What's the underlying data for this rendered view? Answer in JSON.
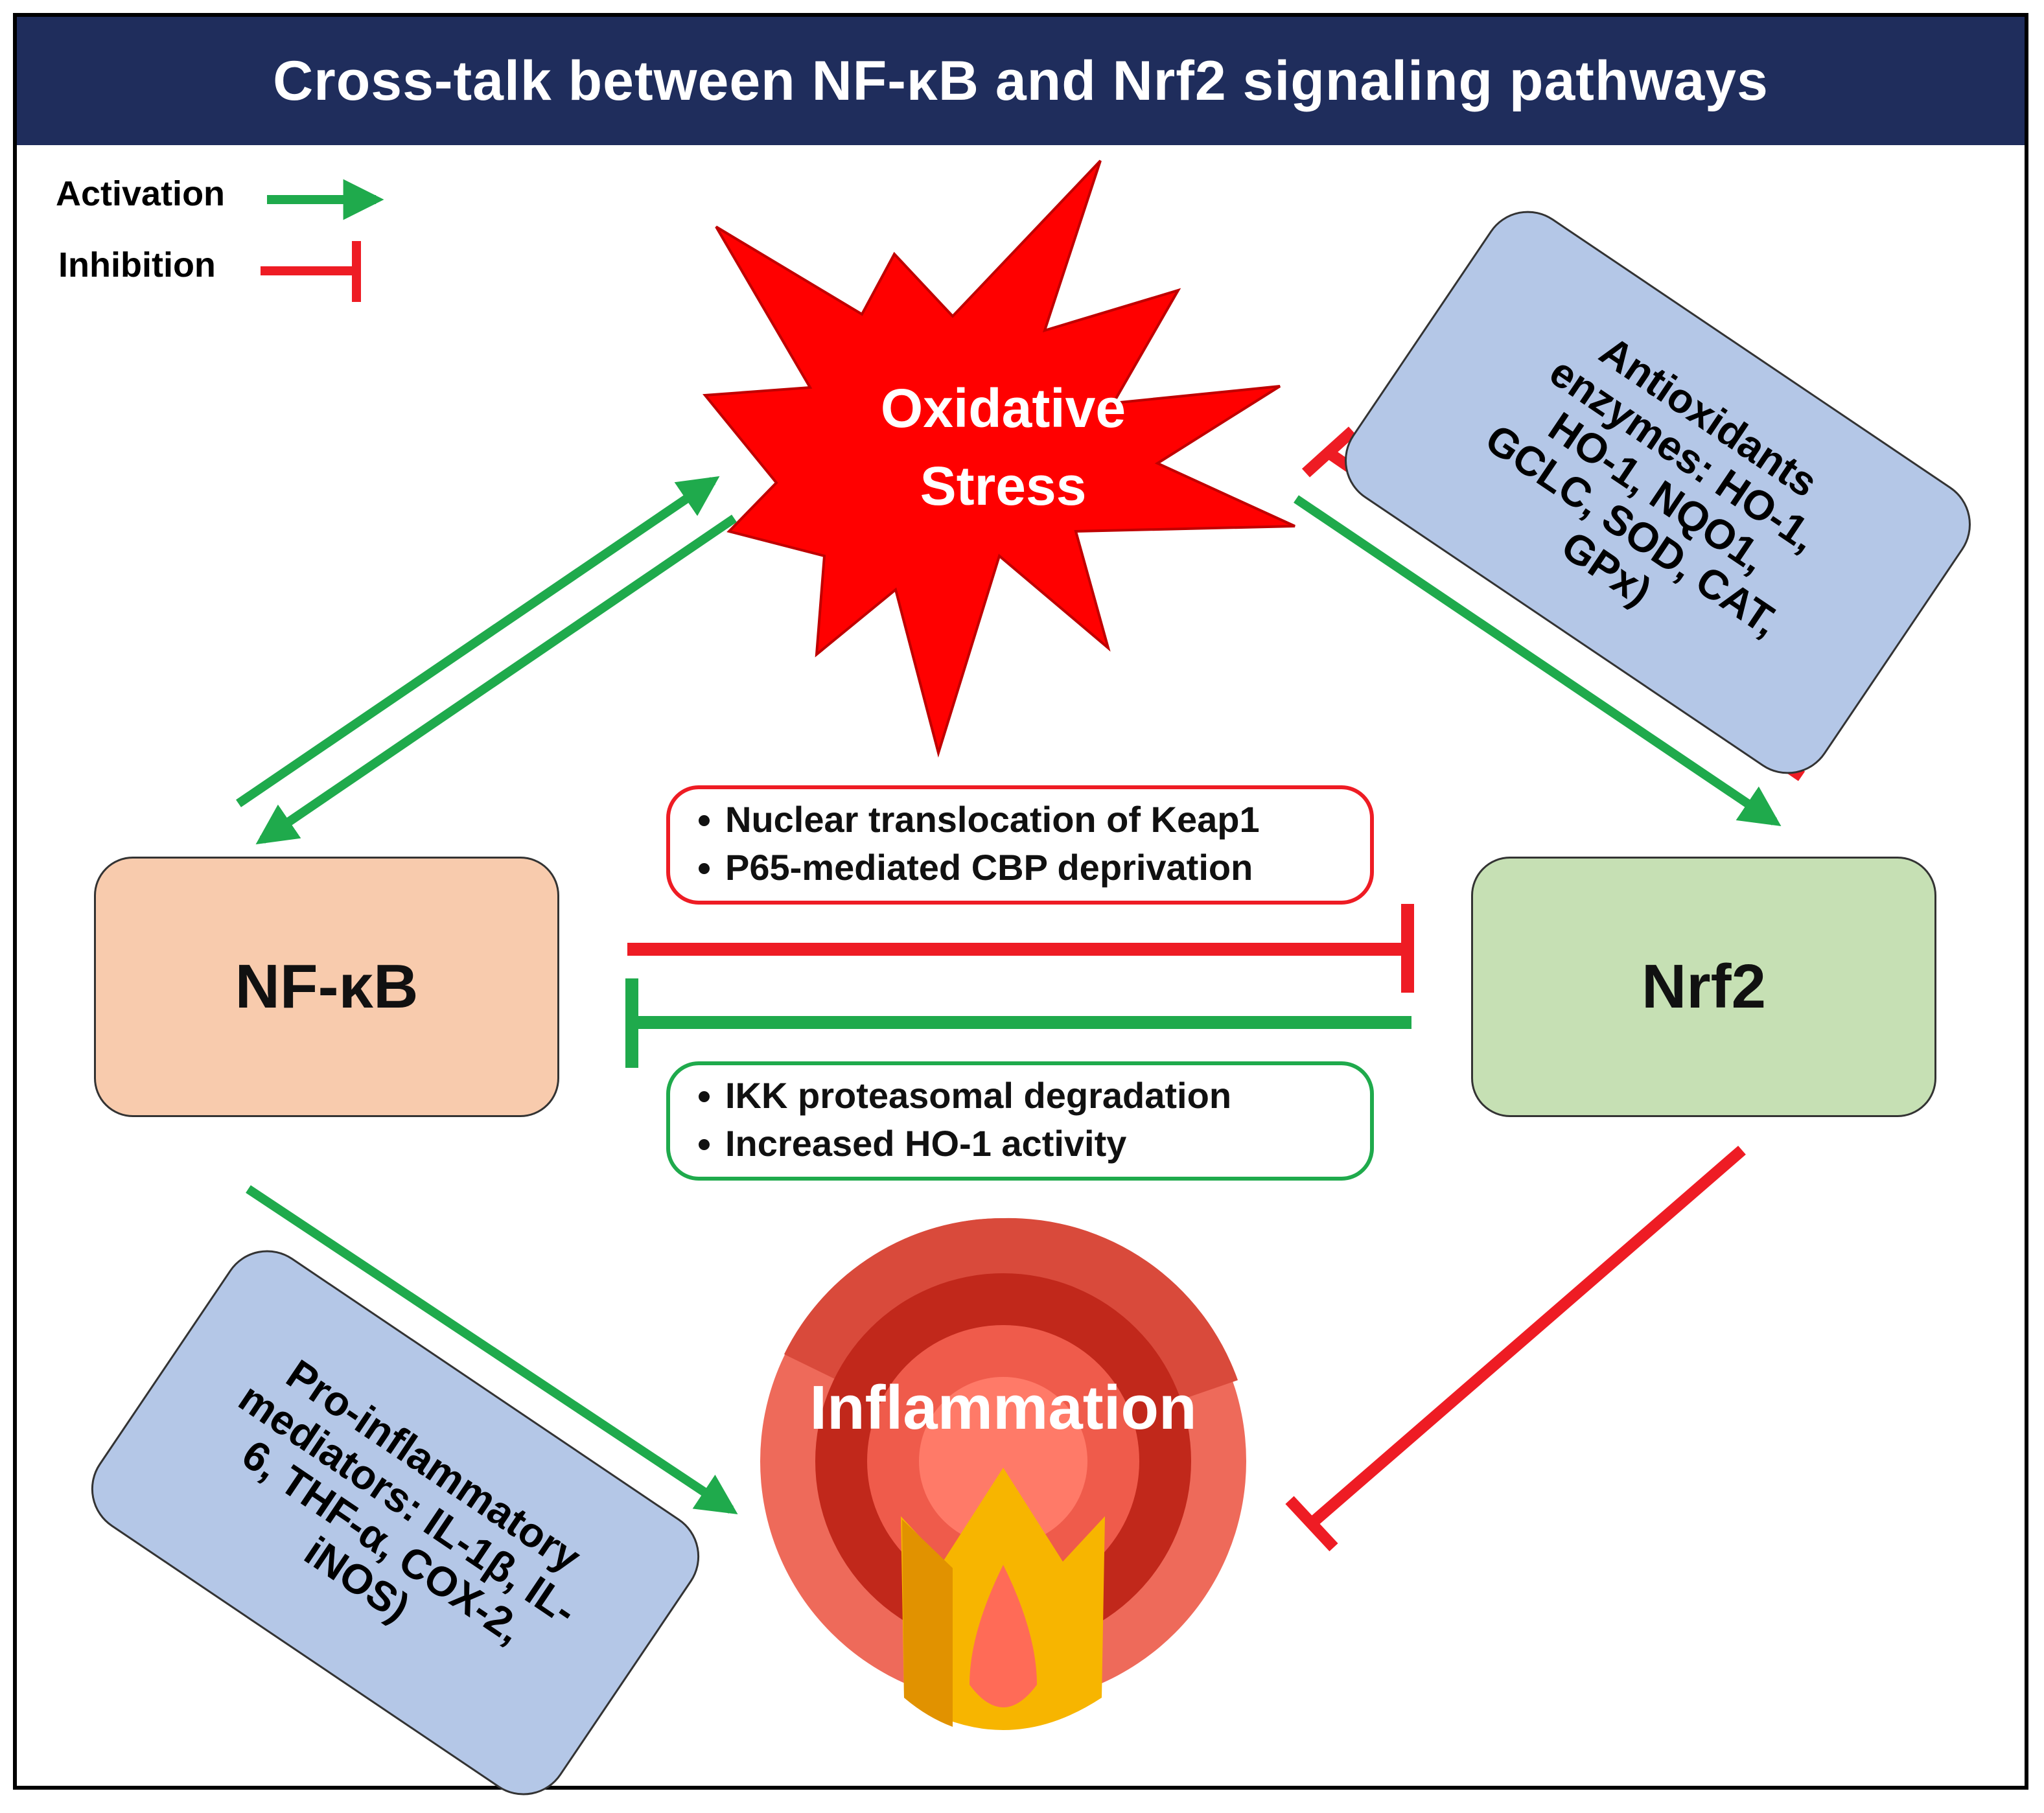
{
  "title": "Cross-talk between NF-κB and Nrf2 signaling pathways",
  "legend": {
    "activation_label": "Activation",
    "inhibition_label": "Inhibition"
  },
  "colors": {
    "activation": "#1faa4c",
    "inhibition": "#ee1c24",
    "title_bg": "#1f2d5c",
    "nfkb_box": "#f8cbad",
    "nrf2_box": "#c6e0b4",
    "info_box": "#b4c7e7"
  },
  "nodes": {
    "oxidative_stress_line1": "Oxidative",
    "oxidative_stress_line2": "Stress",
    "nfkb": "NF-κB",
    "nrf2": "Nrf2",
    "inflammation": "Inflammation"
  },
  "antioxidants": {
    "line1": "Antioxidants",
    "line2": "enzymes: HO-1,",
    "line3": "HO-1, NQO1,",
    "line4": "GCLC, SOD, CAT,",
    "line5": "GPx)"
  },
  "proinflammatory": {
    "line1": "Pro-inflammatory",
    "line2": "mediators: IL-1β, IL-",
    "line3": "6, THF-α, COX-2,",
    "line4": "iNOS)"
  },
  "mechanisms": {
    "inhibition_items": [
      "Nuclear translocation of Keap1",
      "P65-mediated CBP deprivation"
    ],
    "activation_items": [
      "IKK proteasomal degradation",
      "Increased HO-1 activity"
    ]
  }
}
